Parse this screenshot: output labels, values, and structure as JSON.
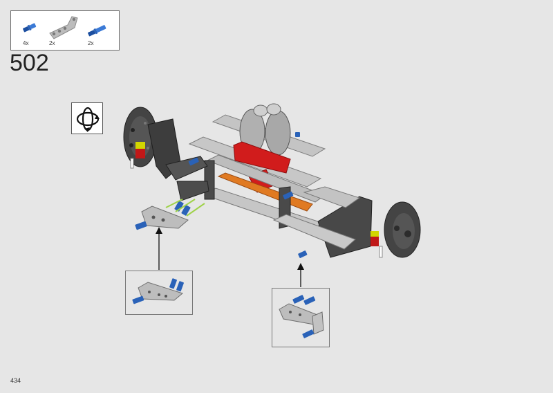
{
  "parts_list": [
    {
      "icon": "blue-axle-pin-icon",
      "quantity": "4x"
    },
    {
      "icon": "gray-bent-beam-icon",
      "quantity": "2x"
    },
    {
      "icon": "blue-long-pin-icon",
      "quantity": "2x"
    }
  ],
  "step_number": "502",
  "page_number": "434",
  "icons": {
    "rotate": "rotate-model-icon"
  },
  "colors": {
    "background": "#e6e6e6",
    "pin_blue": "#2a62b8",
    "beam_gray": "#b9b9b9",
    "dark_gray": "#3d3d3d",
    "red": "#d11c1c",
    "orange": "#e07a22",
    "guide_green": "#9fd24a"
  }
}
